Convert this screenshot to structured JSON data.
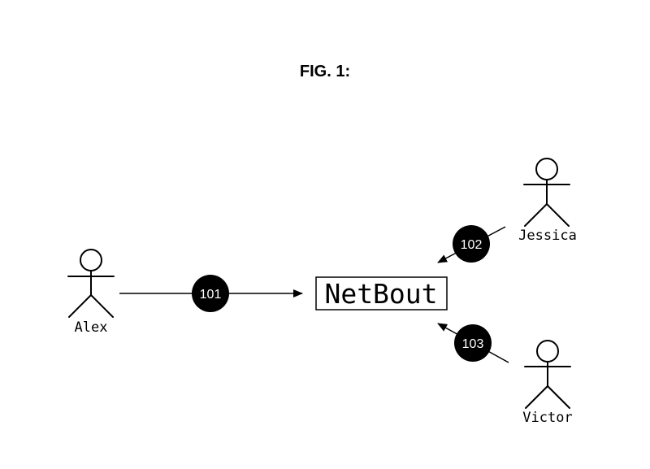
{
  "figure": {
    "title": "FIG. 1:"
  },
  "system": {
    "label": "NetBout"
  },
  "actors": {
    "alex": "Alex",
    "jessica": "Jessica",
    "victor": "Victor"
  },
  "connections": {
    "alex_to_system": "101",
    "jessica_to_system": "102",
    "victor_to_system": "103"
  },
  "colors": {
    "ink": "#000000",
    "badge_fill": "#000000",
    "badge_text": "#ffffff",
    "background": "#ffffff"
  }
}
